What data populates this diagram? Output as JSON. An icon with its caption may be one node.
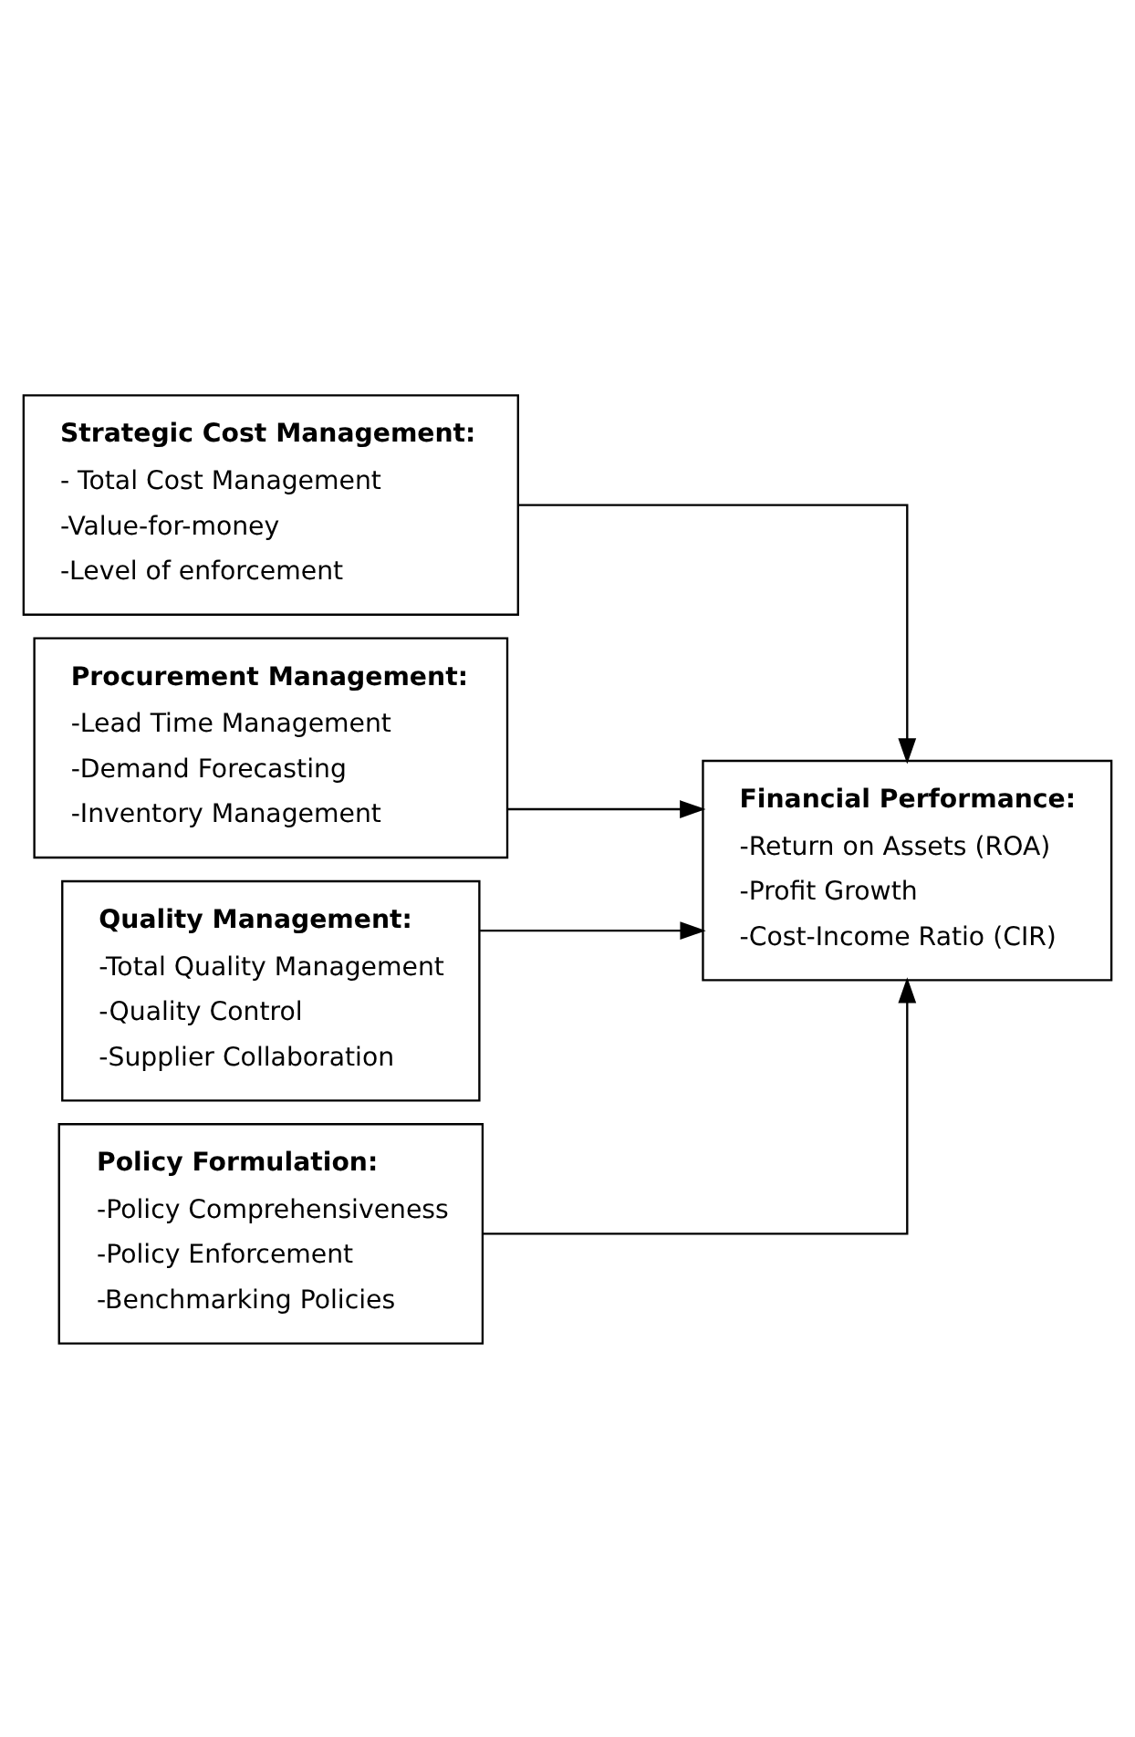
{
  "diagram": {
    "nodes": [
      {
        "text": [
          "Strategic Cost Management:",
          "- Total Cost Management",
          "-Value-for-money",
          "-Level of enforcement"
        ]
      },
      {
        "text": [
          "Procurement Management:",
          "-Lead Time Management",
          "-Demand Forecasting",
          "-Inventory Management"
        ]
      },
      {
        "text": [
          "Quality Management:",
          "-Total Quality Management",
          "-Quality Control",
          "-Supplier Collaboration"
        ]
      },
      {
        "text": [
          "Policy Formulation:",
          "-Policy Comprehensiveness",
          "-Policy Enforcement",
          "-Benchmarking Policies"
        ]
      },
      {
        "text": [
          "Financial Performance:",
          "-Return on Assets (ROA)",
          "-Profit Growth",
          "-Cost-Income Ratio (CIR)"
        ]
      }
    ],
    "edges": [
      {
        "from": 0,
        "to": 4,
        "arrow": "to"
      },
      {
        "from": 1,
        "to": 4,
        "arrow": "to"
      },
      {
        "from": 2,
        "to": 4,
        "arrow": "to"
      },
      {
        "from": 3,
        "to": 4,
        "arrow": "to"
      }
    ]
  }
}
